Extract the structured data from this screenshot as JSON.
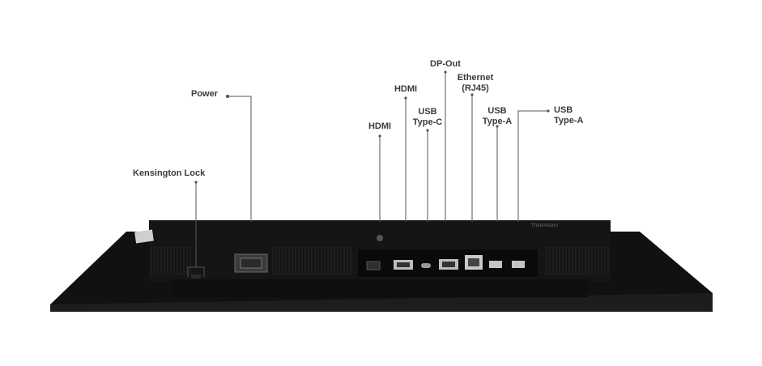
{
  "labels": {
    "power": "Power",
    "kensington": "Kensington Lock",
    "hdmi_1": "HDMI",
    "hdmi_2": "HDMI",
    "usb_c": [
      "USB",
      "Type-C"
    ],
    "dp_out": "DP-Out",
    "ethernet": [
      "Ethernet",
      "(RJ45)"
    ],
    "usb_a_1": [
      "USB",
      "Type-A"
    ],
    "usb_a_2": [
      "USB",
      "Type-A"
    ]
  },
  "brand_text": "ThinkVision",
  "colors": {
    "label_text": "#3a3a3a",
    "leader_line": "#555555",
    "monitor_body": "#141414",
    "monitor_panel": "#0c0c0c",
    "vent": "#222222"
  }
}
